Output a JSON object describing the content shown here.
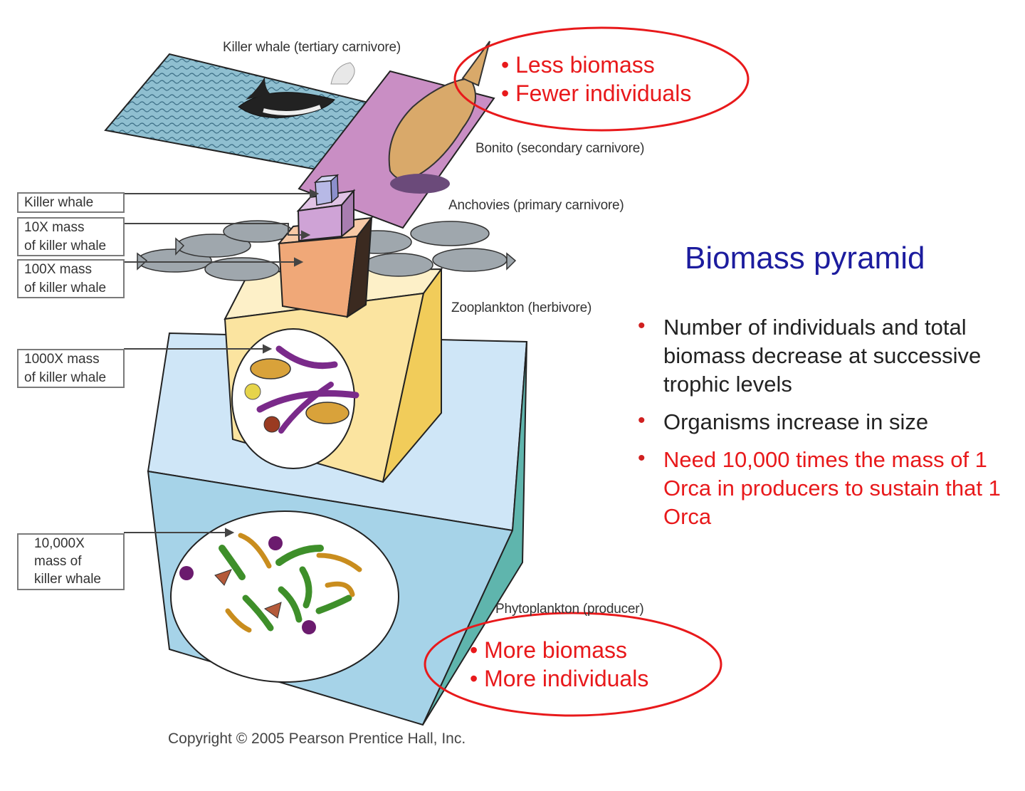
{
  "title": "Biomass pyramid",
  "bullets": [
    {
      "text": "Number of individuals and total biomass decrease at successive trophic levels",
      "color": "#222222"
    },
    {
      "text": "Organisms increase in size",
      "color": "#222222"
    },
    {
      "text": "Need 10,000 times the mass of 1 Orca in producers to sustain that 1 Orca",
      "color": "#e8191b"
    }
  ],
  "top_callout": {
    "items": [
      "• Less biomass",
      "• Fewer individuals"
    ]
  },
  "bottom_callout": {
    "items": [
      "• More biomass",
      "• More individuals"
    ]
  },
  "levels": {
    "killer_whale": "Killer whale (tertiary carnivore)",
    "bonito": "Bonito (secondary carnivore)",
    "anchovies": "Anchovies (primary carnivore)",
    "zooplankton": "Zooplankton (herbivore)",
    "phytoplankton": "Phytoplankton (producer)"
  },
  "mass_boxes": [
    {
      "lines": [
        "Killer whale"
      ]
    },
    {
      "lines": [
        "10X mass",
        "of killer whale"
      ]
    },
    {
      "lines": [
        "100X mass",
        "of killer whale"
      ]
    },
    {
      "lines": [
        "1000X mass",
        "of killer whale"
      ]
    },
    {
      "lines": [
        "10,000X",
        "mass of",
        "killer whale"
      ]
    }
  ],
  "copyright": "Copyright © 2005 Pearson Prentice Hall, Inc.",
  "colors": {
    "accent_red": "#e8191b",
    "title_blue": "#1c1c9e",
    "phyto_front": "#a6d3e8",
    "phyto_top": "#cfe6f7",
    "phyto_side": "#5fb5ad",
    "zoo_front": "#fbe4a0",
    "zoo_side": "#f1cc5a",
    "anchovy_box": "#f0a878",
    "bonito_box": "#cfa3d6",
    "bonito_sheet": "#c98ec4",
    "orca_box": "#b7b9e6",
    "water": "#7fb5c8"
  }
}
